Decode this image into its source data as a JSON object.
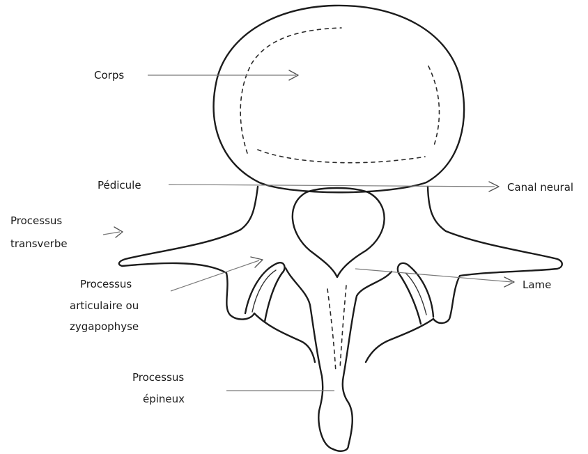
{
  "labels": {
    "corps": "Corps",
    "pedicule": "Pédicule",
    "canal_neural": "Canal neural",
    "processus_transverse_1": "Processus",
    "processus_transverse_2": "transverbe",
    "processus_articulaire_1": "Processus",
    "processus_articulaire_2": "articulaire ou",
    "processus_articulaire_3": "zygapophyse",
    "lame": "Lame",
    "processus_epineux_1": "Processus",
    "processus_epineux_2": "épineux"
  },
  "colors": {
    "ink": "#1c1c1c",
    "arrow": "#7a7a7a",
    "background": "#ffffff"
  }
}
